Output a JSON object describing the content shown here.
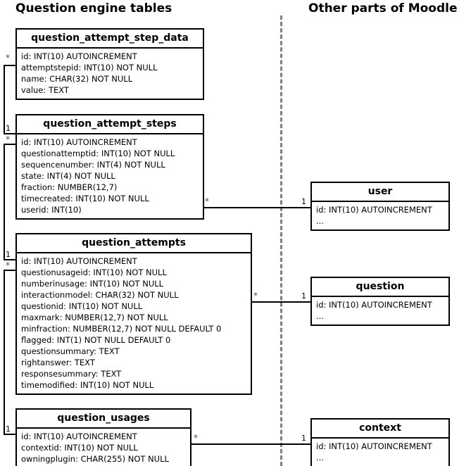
{
  "diagram": {
    "title_left": "Question engine tables",
    "title_right": "Other parts of Moodle",
    "divider_color": "#808080",
    "line_color": "#000000"
  },
  "entities": {
    "question_attempt_step_data": {
      "name": "question_attempt_step_data",
      "fields": [
        "id: INT(10) AUTOINCREMENT",
        "attemptstepid: INT(10) NOT NULL",
        "name: CHAR(32) NOT NULL",
        "value: TEXT"
      ]
    },
    "question_attempt_steps": {
      "name": "question_attempt_steps",
      "fields": [
        "id: INT(10) AUTOINCREMENT",
        "questionattemptid: INT(10) NOT NULL",
        "sequencenumber: INT(4) NOT NULL",
        "state: INT(4) NOT NULL",
        "fraction: NUMBER(12,7)",
        "timecreated: INT(10) NOT NULL",
        "userid: INT(10)"
      ]
    },
    "question_attempts": {
      "name": "question_attempts",
      "fields": [
        "id: INT(10) AUTOINCREMENT",
        "questionusageid: INT(10) NOT NULL",
        "numberinusage: INT(10) NOT NULL",
        "interactionmodel: CHAR(32) NOT NULL",
        "questionid: INT(10) NOT NULL",
        "maxmark: NUMBER(12,7) NOT NULL",
        "minfraction: NUMBER(12,7) NOT NULL DEFAULT 0",
        "flagged: INT(1) NOT NULL DEFAULT 0",
        "questionsummary: TEXT",
        "rightanswer: TEXT",
        "responsesummary: TEXT",
        "timemodified: INT(10) NOT NULL"
      ]
    },
    "question_usages": {
      "name": "question_usages",
      "fields": [
        "id: INT(10) AUTOINCREMENT",
        "contextid: INT(10) NOT NULL",
        "owningplugin: CHAR(255) NOT NULL"
      ]
    },
    "user": {
      "name": "user",
      "fields": [
        "id: INT(10) AUTOINCREMENT",
        "..."
      ]
    },
    "question": {
      "name": "question",
      "fields": [
        "id: INT(10) AUTOINCREMENT",
        "..."
      ]
    },
    "context": {
      "name": "context",
      "fields": [
        "id: INT(10) AUTOINCREMENT",
        "..."
      ]
    }
  },
  "cardinalities": {
    "step_data_many": "*",
    "attempt_steps_one": "1",
    "attempt_steps_many": "*",
    "attempt_steps_user_many": "*",
    "user_one": "1",
    "attempts_one": "1",
    "attempts_many": "*",
    "attempts_question_many": "*",
    "question_one": "1",
    "usages_one": "1",
    "usages_context_many": "*",
    "context_one": "1"
  }
}
